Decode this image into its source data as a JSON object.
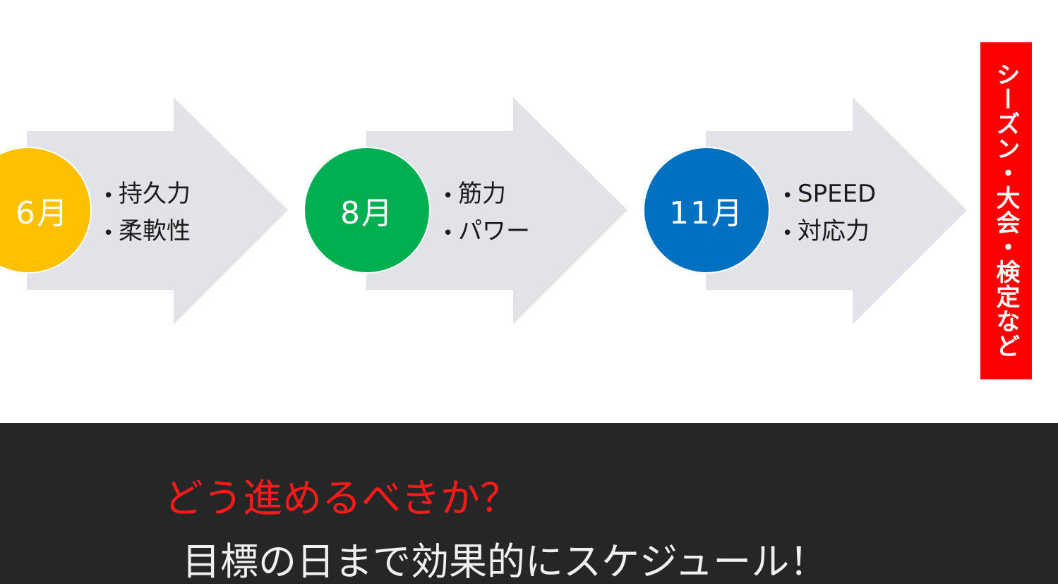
{
  "stages": [
    {
      "month": "6月",
      "color": "#FFC000",
      "items": [
        "持久力",
        "柔軟性"
      ]
    },
    {
      "month": "8月",
      "color": "#00B050",
      "items": [
        "筋力",
        "パワー"
      ]
    },
    {
      "month": "11月",
      "color": "#0070C0",
      "items": [
        "SPEED",
        "対応力"
      ]
    }
  ],
  "arrow_color": "#E2E3E8",
  "bullet_symbol": "•",
  "season_badge": {
    "text": "シーズン・大会・検定など",
    "color": "#FF0000"
  },
  "bottom": {
    "question": "どう進めるべきか？",
    "goal": "目標の日まで効果的にスケジュール！"
  }
}
